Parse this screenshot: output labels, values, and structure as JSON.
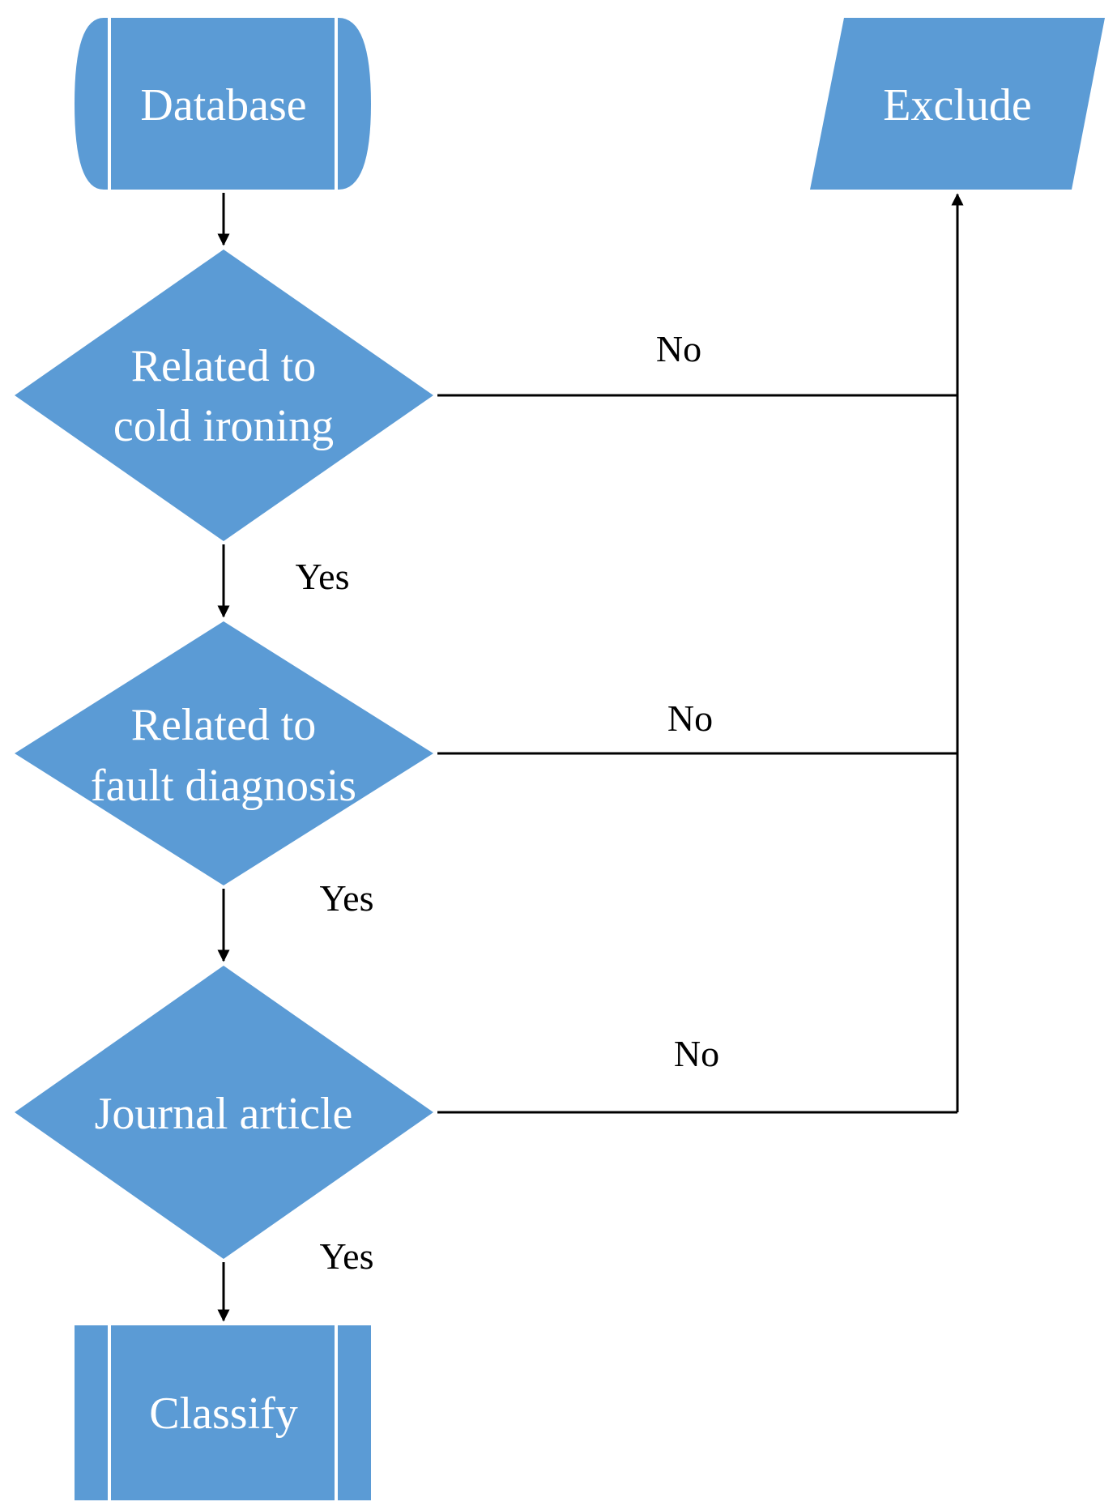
{
  "diagram": {
    "colors": {
      "node_fill": "#5b9bd5",
      "node_text": "#ffffff",
      "edge": "#000000"
    },
    "nodes": {
      "database": {
        "label": "Database",
        "shape": "stored-data"
      },
      "exclude": {
        "label": "Exclude",
        "shape": "parallelogram"
      },
      "decision1": {
        "line1": "Related to",
        "line2": "cold ironing",
        "shape": "diamond"
      },
      "decision2": {
        "line1": "Related to",
        "line2": "fault diagnosis",
        "shape": "diamond"
      },
      "decision3": {
        "label": "Journal article",
        "shape": "diamond"
      },
      "classify": {
        "label": "Classify",
        "shape": "predefined-process"
      }
    },
    "edges": {
      "yes1": "Yes",
      "yes2": "Yes",
      "yes3": "Yes",
      "no1": "No",
      "no2": "No",
      "no3": "No"
    }
  }
}
